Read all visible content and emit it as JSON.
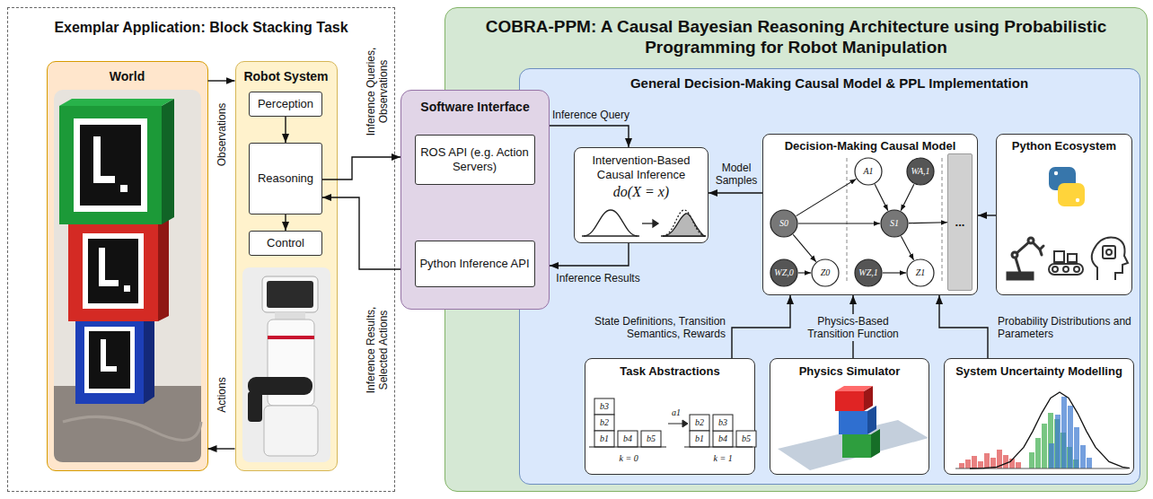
{
  "diagram": {
    "nodes": [
      {
        "text": [
          "Exemplar Application: Block Stacking Task"
        ]
      },
      {
        "text": [
          "World"
        ],
        "in": 0
      },
      {
        "text": [
          "Robot System"
        ],
        "in": 0
      },
      {
        "text": [
          "Perception"
        ],
        "in": 2
      },
      {
        "text": [
          "Reasoning"
        ],
        "in": 2
      },
      {
        "text": [
          "Control"
        ],
        "in": 2
      },
      {
        "text": [
          "Software Interface"
        ]
      },
      {
        "text": [
          "ROS API (e.g. Action Servers)"
        ],
        "in": 6
      },
      {
        "text": [
          "Python Inference API"
        ],
        "in": 6
      },
      {
        "text": [
          "COBRA-PPM: A Causal Bayesian Reasoning Architecture using Probabilistic Programming for Robot Manipulation"
        ]
      },
      {
        "text": [
          "General Decision-Making Causal Model & PPL Implementation"
        ],
        "in": 9
      },
      {
        "text": [
          "Intervention-Based Causal Inference",
          "do(X = x)"
        ],
        "in": 10
      },
      {
        "text": [
          "Decision-Making Causal Model"
        ],
        "in": 10
      },
      {
        "text": [
          "S0"
        ],
        "in": 12
      },
      {
        "text": [
          "A1"
        ],
        "in": 12
      },
      {
        "text": [
          "WA,1"
        ],
        "in": 12
      },
      {
        "text": [
          "S1"
        ],
        "in": 12
      },
      {
        "text": [
          "WZ,0"
        ],
        "in": 12
      },
      {
        "text": [
          "Z0"
        ],
        "in": 12
      },
      {
        "text": [
          "WZ,1"
        ],
        "in": 12
      },
      {
        "text": [
          "Z1"
        ],
        "in": 12
      },
      {
        "text": [
          "..."
        ],
        "in": 12
      },
      {
        "text": [
          "Python Ecosystem"
        ],
        "in": 10
      },
      {
        "text": [
          "Task Abstractions"
        ],
        "in": 10
      },
      {
        "text": [
          "Physics Simulator"
        ],
        "in": 10
      },
      {
        "text": [
          "System Uncertainty Modelling"
        ],
        "in": 10
      }
    ],
    "edges": [
      {
        "from": 1,
        "to": 2,
        "label": "Observations",
        "arrow": "to"
      },
      {
        "from": 2,
        "to": 1,
        "label": "Actions",
        "arrow": "to"
      },
      {
        "from": 3,
        "to": 4,
        "arrow": "to"
      },
      {
        "from": 4,
        "to": 5,
        "arrow": "to"
      },
      {
        "from": 4,
        "to": 6,
        "label": "Inference Queries, Observations",
        "arrow": "to"
      },
      {
        "from": 6,
        "to": 4,
        "label": "Inference Results, Selected Actions",
        "arrow": "to"
      },
      {
        "from": 6,
        "to": 11,
        "label": "Inference Query",
        "arrow": "to"
      },
      {
        "from": 11,
        "to": 6,
        "label": "Inference Results",
        "arrow": "to"
      },
      {
        "from": 12,
        "to": 11,
        "label": "Model Samples",
        "arrow": "to"
      },
      {
        "from": 22,
        "to": 12,
        "arrow": "to"
      },
      {
        "from": 23,
        "to": 12,
        "label": "State Definitions, Transition Semantics, Rewards",
        "arrow": "to"
      },
      {
        "from": 24,
        "to": 12,
        "label": "Physics-Based Transition Function",
        "arrow": "to"
      },
      {
        "from": 25,
        "to": 12,
        "label": "Probability Distributions and Parameters",
        "arrow": "to"
      },
      {
        "from": 13,
        "to": 14,
        "arrow": "to"
      },
      {
        "from": 14,
        "to": 16,
        "arrow": "to"
      },
      {
        "from": 15,
        "to": 16,
        "arrow": "to"
      },
      {
        "from": 13,
        "to": 16,
        "arrow": "to"
      },
      {
        "from": 13,
        "to": 18,
        "arrow": "to"
      },
      {
        "from": 17,
        "to": 18,
        "arrow": "to"
      },
      {
        "from": 16,
        "to": 20,
        "arrow": "to"
      },
      {
        "from": 19,
        "to": 20,
        "arrow": "to"
      },
      {
        "from": 16,
        "to": 21,
        "arrow": "to"
      }
    ],
    "labels": [
      "b3",
      "b2",
      "b1",
      "b4",
      "b5",
      "a1",
      "b2",
      "b1",
      "b4",
      "b3",
      "b5",
      "k = 0",
      "k = 1"
    ]
  }
}
